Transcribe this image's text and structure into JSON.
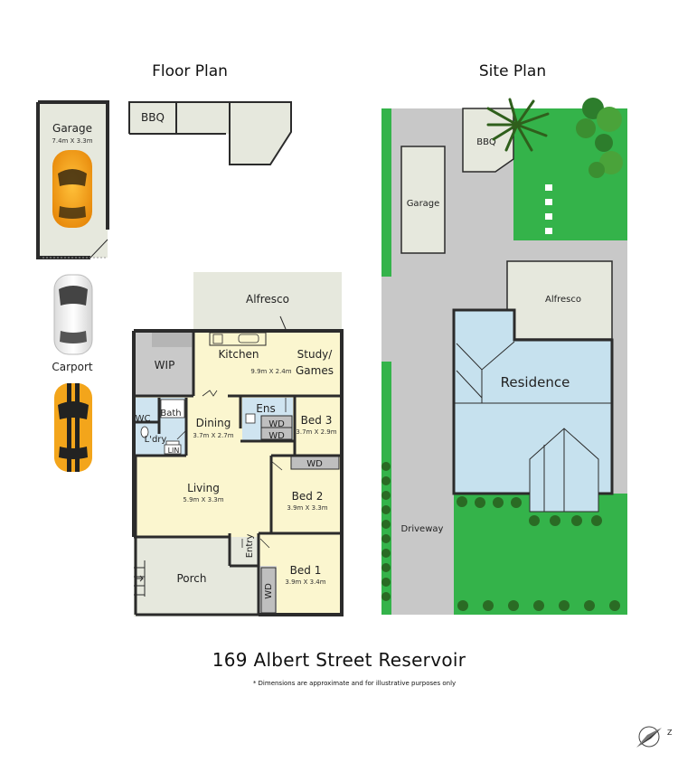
{
  "titles": {
    "floor_plan": "Floor Plan",
    "site_plan": "Site Plan"
  },
  "floor_rooms": {
    "garage": {
      "name": "Garage",
      "dim": "7.4m X 3.3m"
    },
    "bbq": "BBQ",
    "carport": "Carport",
    "alfresco": "Alfresco",
    "kitchen": "Kitchen",
    "study": {
      "line1": "Study/",
      "line2": "Games",
      "dim": "9.9m X 2.4m"
    },
    "wip": "WIP",
    "wc": "WC",
    "bath": "Bath",
    "laundry": "L'dry",
    "lin": "LIN",
    "dining": {
      "name": "Dining",
      "dim": "3.7m X 2.7m"
    },
    "ens": "Ens",
    "wd": "WD",
    "bed3": {
      "name": "Bed 3",
      "dim": "3.7m X 2.9m"
    },
    "living": {
      "name": "Living",
      "dim": "5.9m X 3.3m"
    },
    "bed2": {
      "name": "Bed 2",
      "dim": "3.9m X 3.3m"
    },
    "entry": "Entry",
    "porch": "Porch",
    "bed1": {
      "name": "Bed 1",
      "dim": "3.9m X 3.4m"
    }
  },
  "site": {
    "bbq": "BBQ",
    "garage": "Garage",
    "alfresco": "Alfresco",
    "residence": "Residence",
    "driveway": "Driveway"
  },
  "address": "169 Albert Street Reservoir",
  "disclaimer": "* Dimensions are approximate and for illustrative purposes only",
  "colors": {
    "room_yellow": "#fbf6cf",
    "outdoor_grey": "#e6e8dd",
    "wet_blue": "#cfe4f0",
    "wip_grey": "#c9c9c9",
    "residence_blue": "#c6e1ee",
    "grass_green": "#34b34a",
    "driveway_grey": "#c8c8c8",
    "car_orange": "#f5a01a"
  }
}
